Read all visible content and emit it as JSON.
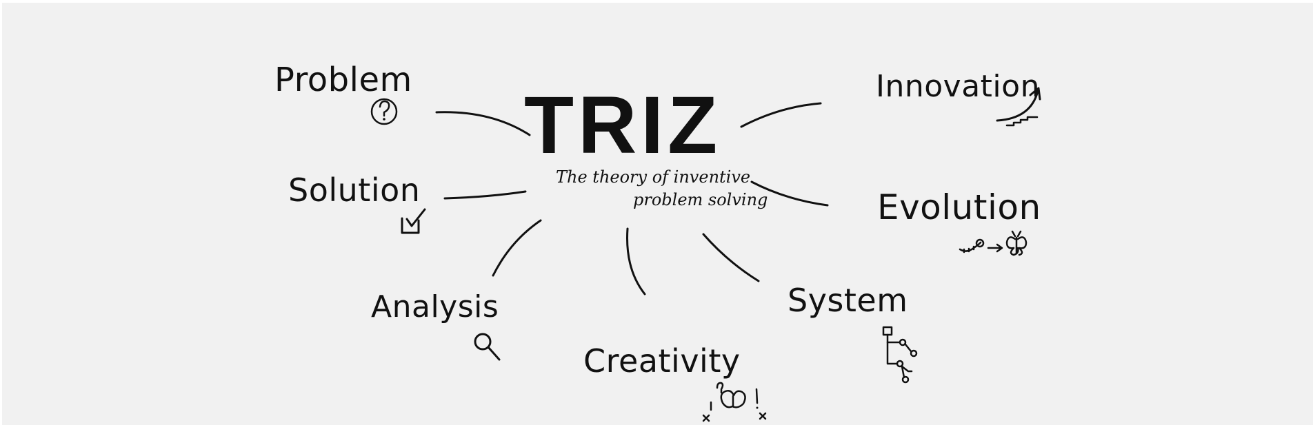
{
  "diagram": {
    "center": {
      "title": "TRIZ",
      "subtitle_line1": "The theory of inventive",
      "subtitle_line2": "problem solving"
    },
    "nodes": [
      {
        "label": "Problem",
        "icon": "question-circle-icon"
      },
      {
        "label": "Solution",
        "icon": "checkbox-arrow-icon"
      },
      {
        "label": "Analysis",
        "icon": "magnifier-icon"
      },
      {
        "label": "Creativity",
        "icon": "brain-sparks-icon"
      },
      {
        "label": "System",
        "icon": "tree-structure-icon"
      },
      {
        "label": "Evolution",
        "icon": "caterpillar-butterfly-icon"
      },
      {
        "label": "Innovation",
        "icon": "rising-arrow-icon"
      }
    ],
    "colors": {
      "ink": "#111111",
      "background": "#f1f1f1"
    }
  }
}
